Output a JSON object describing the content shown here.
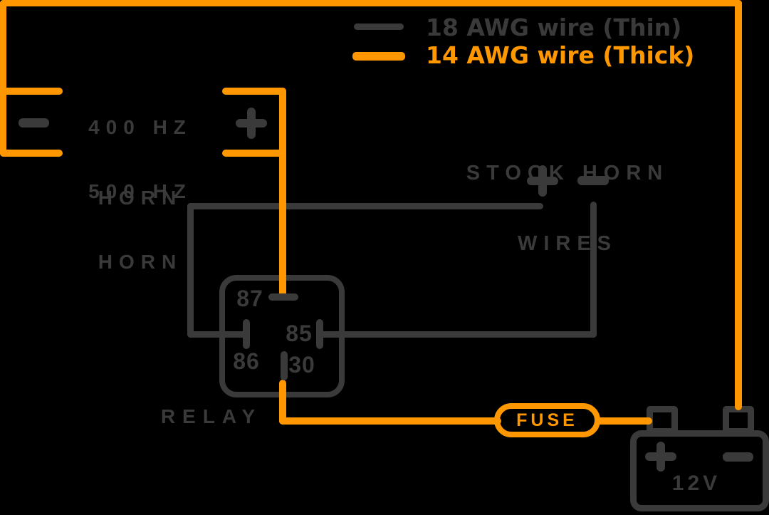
{
  "colors": {
    "background": "#000000",
    "thin_wire": "#3a3a3a",
    "thick_wire": "#ff9800"
  },
  "legend": {
    "thin_label": "18 AWG wire (Thin)",
    "thick_label": "14 AWG wire (Thick)"
  },
  "horns": {
    "horn400_line1": "400 HZ",
    "horn400_line2": "HORN",
    "horn500_line1": "500 HZ",
    "horn500_line2": "HORN",
    "minus_symbol": "−",
    "plus_symbol": "+"
  },
  "stock_horn": {
    "line1": "STOCK HORN",
    "line2": "WIRES",
    "plus_symbol": "+",
    "minus_symbol": "−"
  },
  "relay": {
    "label": "RELAY",
    "pin_87": "87",
    "pin_85": "85",
    "pin_86": "86",
    "pin_30": "30"
  },
  "fuse": {
    "label": "FUSE"
  },
  "battery": {
    "label": "12V",
    "plus_symbol": "+",
    "minus_symbol": "−"
  }
}
